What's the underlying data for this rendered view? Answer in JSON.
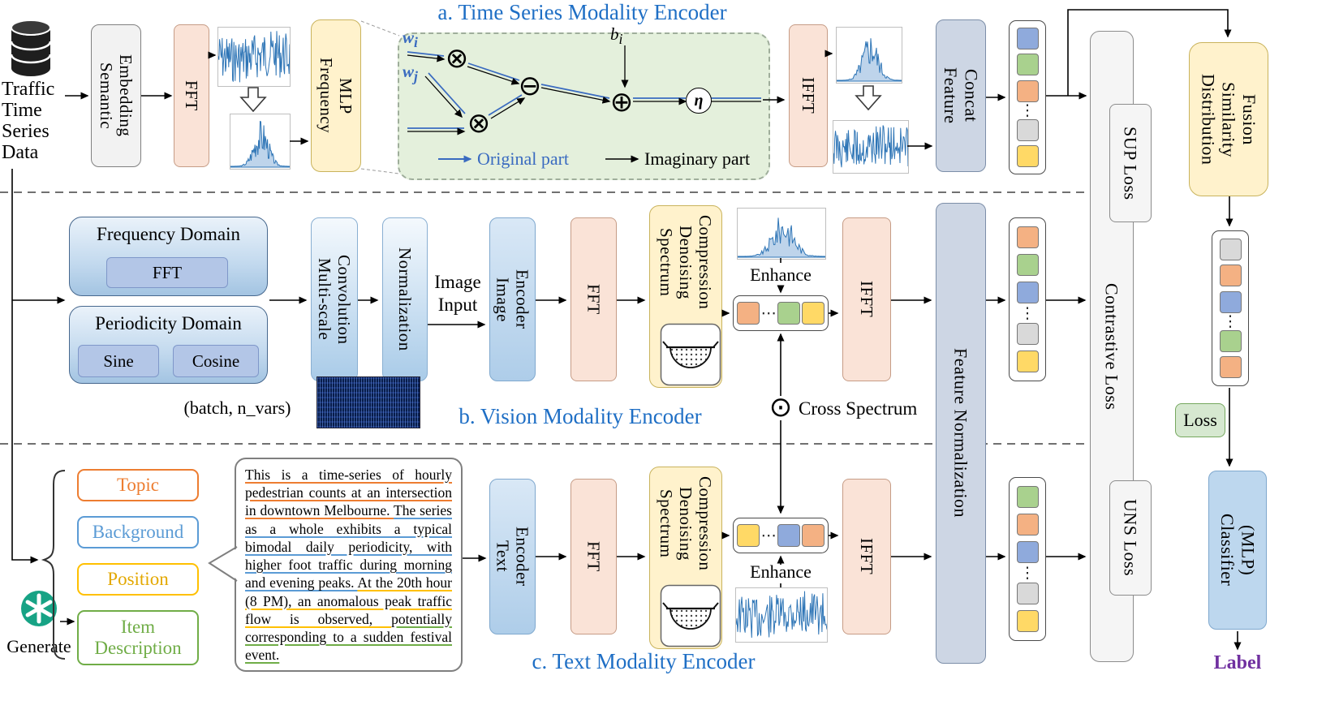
{
  "palette": {
    "blue": "#8FAADC",
    "green": "#A9D18E",
    "orange": "#F4B183",
    "gray": "#D9D9D9",
    "yellow": "#FFD966"
  },
  "accents": {
    "section_title": "#1F6FC5",
    "label_purple": "#7030A0",
    "topic": "#ED7D31",
    "background": "#5B9BD5",
    "position": "#FFC000",
    "item": "#70AD47",
    "signal": "#2E75B6"
  },
  "sections": {
    "a": "a. Time Series Modality Encoder",
    "b": "b. Vision Modality Encoder",
    "c": "c. Text Modality Encoder"
  },
  "top": {
    "source": "Traffic\nTime\nSeries\nData",
    "semantic_embedding": "Semantic\nEmbedding",
    "fft": "FFT",
    "frequency_mlp": "Frequency\nMLP",
    "ifft": "IFFT",
    "feature_concat": "Feature\nConcat",
    "stack": [
      "blue",
      "green",
      "orange",
      "...",
      "gray",
      "yellow"
    ]
  },
  "mlp_detail": {
    "w_i": {
      "base": "w",
      "sub": "i"
    },
    "w_j": {
      "base": "w",
      "sub": "j"
    },
    "b_i": {
      "base": "b",
      "sub": "i"
    },
    "legend_original": "Original part",
    "legend_imaginary": "Imaginary part"
  },
  "operators": {
    "otimes": "⊗",
    "ominus": "⊖",
    "oplus": "⊕",
    "odot": "⊙",
    "eta": "η"
  },
  "vision": {
    "frequency_domain": "Frequency Domain",
    "fft_inner": "FFT",
    "periodicity_domain": "Periodicity Domain",
    "sine": "Sine",
    "cosine": "Cosine",
    "multiscale": "Multi-scale\nConvolution",
    "normalization": "Normalization",
    "image_input": "Image\nInput",
    "image_encoder": "Image\nEncoder",
    "fft": "FFT",
    "spectrum_denoising": "Spectrum\nDenoising\nCompression",
    "enhance": "Enhance",
    "row": [
      "orange",
      "...",
      "green",
      "yellow"
    ],
    "ifft": "IFFT",
    "stack": [
      "orange",
      "green",
      "blue",
      "...",
      "gray",
      "yellow"
    ],
    "batch_label": "(batch, n_vars)",
    "cross_spectrum": "Cross Spectrum"
  },
  "text": {
    "items": [
      {
        "label": "Topic",
        "color": "orange"
      },
      {
        "label": "Background",
        "color": "blue"
      },
      {
        "label": "Position",
        "color": "yellow"
      },
      {
        "label": "Item\nDescription",
        "color": "green"
      }
    ],
    "generate": "Generate",
    "segments": [
      {
        "text": "This is a time-series of hourly pedestrian counts at an intersection in downtown Melbourne.",
        "color": "orange"
      },
      {
        "text": "The series as a whole exhibits a typical bimodal daily periodicity, with higher foot traffic during morning and evening peaks.",
        "color": "blue"
      },
      {
        "text": "At the 20th hour (8 PM), an anomalous peak traffic flow is observed,",
        "color": "yellow"
      },
      {
        "text": "potentially corresponding to a sudden festival event.",
        "color": "green"
      }
    ],
    "text_encoder": "Text\nEncoder",
    "fft": "FFT",
    "spectrum_denoising": "Spectrum\nDenoising\nCompression",
    "enhance": "Enhance",
    "row": [
      "yellow",
      "...",
      "blue",
      "orange"
    ],
    "ifft": "IFFT",
    "stack": [
      "green",
      "orange",
      "blue",
      "...",
      "gray",
      "yellow"
    ]
  },
  "shared": {
    "feature_normalization": "Feature Normalization",
    "contrastive_loss": "Contrastive Loss",
    "sup_loss": "SUP Loss",
    "uns_loss": "UNS Loss"
  },
  "fusion": {
    "title": "Distribution\nSimilarity\nFusion",
    "stack": [
      "gray",
      "orange",
      "blue",
      "...",
      "green",
      "orange"
    ],
    "loss": "Loss",
    "classifier": "Classifier\n(MLP)",
    "label": "Label"
  }
}
